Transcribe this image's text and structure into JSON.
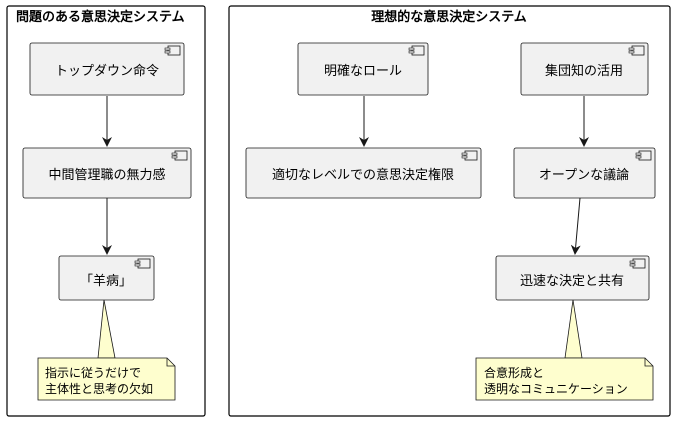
{
  "packages": [
    {
      "title": "問題のある意思決定システム",
      "components": [
        "トップダウン命令",
        "中間管理職の無力感",
        "「羊病」"
      ],
      "note": [
        "指示に従うだけで",
        "主体性と思考の欠如"
      ]
    },
    {
      "title": "理想的な意思決定システム",
      "components": [
        "明確なロール",
        "適切なレベルでの意思決定権限",
        "集団知の活用",
        "オープンな議論",
        "迅速な決定と共有"
      ],
      "note": [
        "合意形成と",
        "透明なコミュニケーション"
      ]
    }
  ],
  "colors": {
    "component_fill": "#f1f1f1",
    "component_border": "#181818",
    "note_fill": "#fefece",
    "arrow": "#181818",
    "frame": "#000000"
  },
  "icons": {
    "component": "component-icon"
  }
}
